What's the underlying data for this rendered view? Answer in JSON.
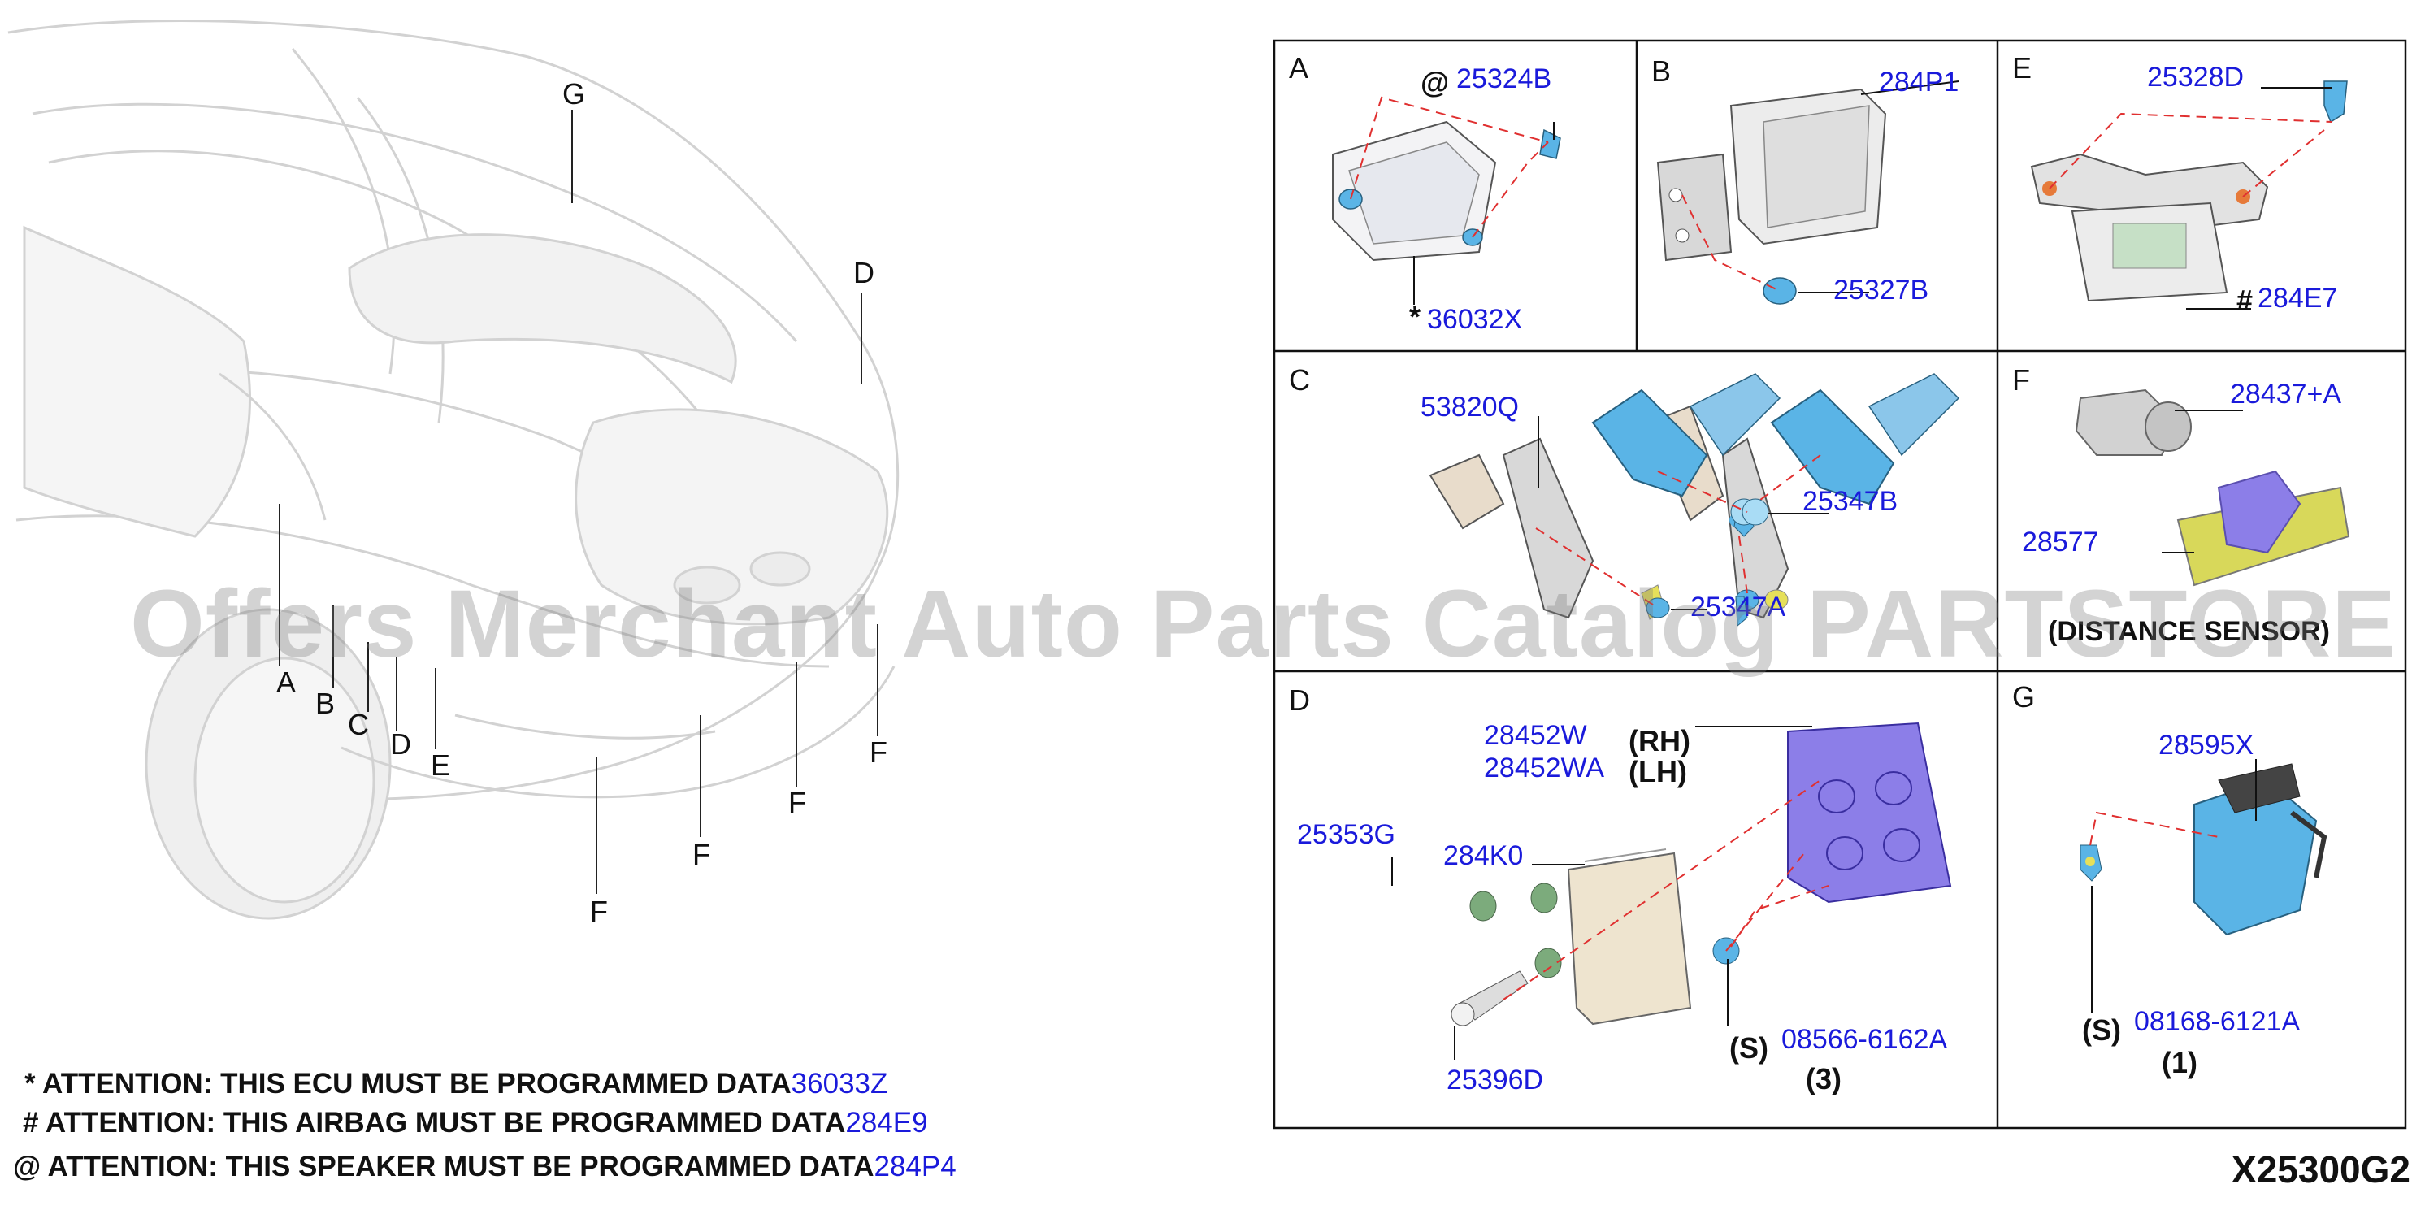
{
  "vehicle_callouts": [
    "G",
    "D",
    "A",
    "B",
    "C",
    "D",
    "E",
    "F",
    "F",
    "F",
    "F"
  ],
  "panels": {
    "A": {
      "letter": "A",
      "part_top_prefix": "@",
      "part_top": "25324B",
      "part_bottom_prefix": "*",
      "part_bottom": "36032X"
    },
    "B": {
      "letter": "B",
      "part_top": "284P1",
      "part_bottom": "25327B"
    },
    "E": {
      "letter": "E",
      "part_top": "25328D",
      "part_bottom_prefix": "#",
      "part_bottom": "284E7"
    },
    "C": {
      "letter": "C",
      "part_1": "53820Q",
      "part_2": "25347B",
      "part_3": "25347A"
    },
    "F": {
      "letter": "F",
      "part_1": "28437+A",
      "part_2": "28577",
      "caption": "(DISTANCE SENSOR)"
    },
    "D": {
      "letter": "D",
      "part_rh": "28452W",
      "rh_label": "(RH)",
      "part_lh": "28452WA",
      "lh_label": "(LH)",
      "part_grommet": "25353G",
      "part_module": "284K0",
      "part_bolt": "25396D",
      "s_label": "(S)",
      "part_screw": "08566-6162A",
      "qty": "(3)"
    },
    "G": {
      "letter": "G",
      "part_top": "28595X",
      "s_label": "(S)",
      "part_screw": "08168-6121A",
      "qty": "(1)"
    }
  },
  "notes": [
    {
      "text": "* ATTENTION: THIS ECU MUST BE PROGRAMMED DATA",
      "code": "36033Z"
    },
    {
      "text": "# ATTENTION: THIS AIRBAG MUST BE PROGRAMMED DATA",
      "code": "284E9"
    },
    {
      "text": "@ ATTENTION: THIS SPEAKER MUST BE PROGRAMMED DATA",
      "code": "284P4"
    }
  ],
  "watermark": "Offers Merchant Auto Parts Catalog PARTSTORE SA",
  "diagram_id": "X25300G2",
  "colors": {
    "part_number": "#1a1adb",
    "leader_dashed": "#e03030",
    "part_blue": "#5ab4e6",
    "bracket_purple": "#8c7ee8",
    "sensor_yellow": "#d8d85a"
  }
}
